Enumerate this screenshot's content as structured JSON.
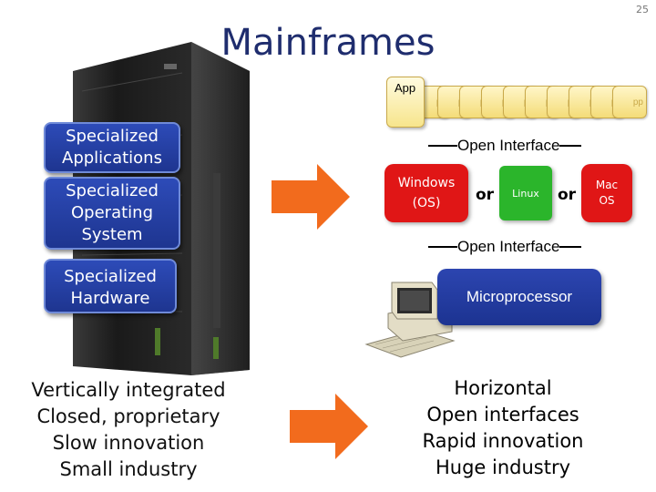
{
  "slide": {
    "number": "25",
    "title": "Mainframes"
  },
  "left": {
    "stack_boxes": [
      "Specialized\nApplications",
      "Specialized\nOperating\nSystem",
      "Specialized\nHardware"
    ],
    "summary": "Vertically integrated\nClosed, proprietary\nSlow innovation\nSmall industry"
  },
  "right": {
    "app_label": "App",
    "app_stack_label": "pp",
    "open_interface_label": "Open Interface",
    "os_windows": "Windows\n(OS)",
    "os_linux": "Linux",
    "os_mac": "Mac\nOS",
    "or_label": "or",
    "microprocessor": "Microprocessor",
    "summary": "Horizontal\nOpen interfaces\nRapid innovation\nHuge industry"
  },
  "colors": {
    "title": "#1f2d6e",
    "box_blue": "#1e3590",
    "arrow_orange": "#f26b1d",
    "os_red": "#e01616",
    "os_green": "#2bb52b"
  },
  "icons": [
    "mainframe-image",
    "right-arrow-icon",
    "computer-icon"
  ]
}
